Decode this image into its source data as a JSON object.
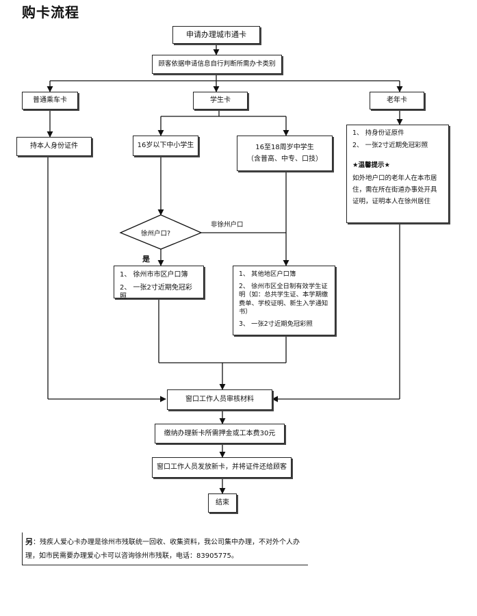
{
  "title": "购卡流程",
  "nodes": {
    "apply": "申请办理城市通卡",
    "judge": "顾客依据申请信息自行判断所需办卡类别",
    "normal_card": "普通乘车卡",
    "student_card": "学生卡",
    "senior_card": "老年卡",
    "normal_req": "持本人身份证件",
    "under16": "16岁以下中小学生",
    "over16_line1": "16至18周岁中学生",
    "over16_line2": "（含普高、中专、口技）",
    "senior_req": [
      "1、 持身份证原件",
      "2、 一张2寸近期免冠彩照"
    ],
    "senior_tip_title": "★温馨提示★",
    "senior_tip_body": "如外地户口的老年人在本市居住，需在所在街道办事处开具证明，证明本人在徐州居住",
    "decision": "徐州户口?",
    "yes_label": "是",
    "no_label": "非徐州户口",
    "local_req": [
      "1、 徐州市市区户口簿",
      "2、 一张2寸近期免冠彩照"
    ],
    "nonlocal_req": [
      "1、 其他地区户口簿",
      "2、 徐州市区全日制有效学生证明（如：总共学生证、本学期缴费单、学校证明、新生入学通知书）",
      "3、 一张2寸近期免冠彩照"
    ],
    "window_review": "窗口工作人员审核材料",
    "deposit": "缴纳办理新卡所需押金或工本费30元",
    "issue": "窗口工作人员发放新卡，并将证件还给顾客",
    "end": "结束"
  },
  "note": {
    "lead": "另",
    "text": "：残疾人爱心卡办理是徐州市残联统一回收、收集资料，我公司集中办理，不对外个人办理，如市民需要办理爱心卡可以咨询徐州市残联，电话：83905775。"
  }
}
